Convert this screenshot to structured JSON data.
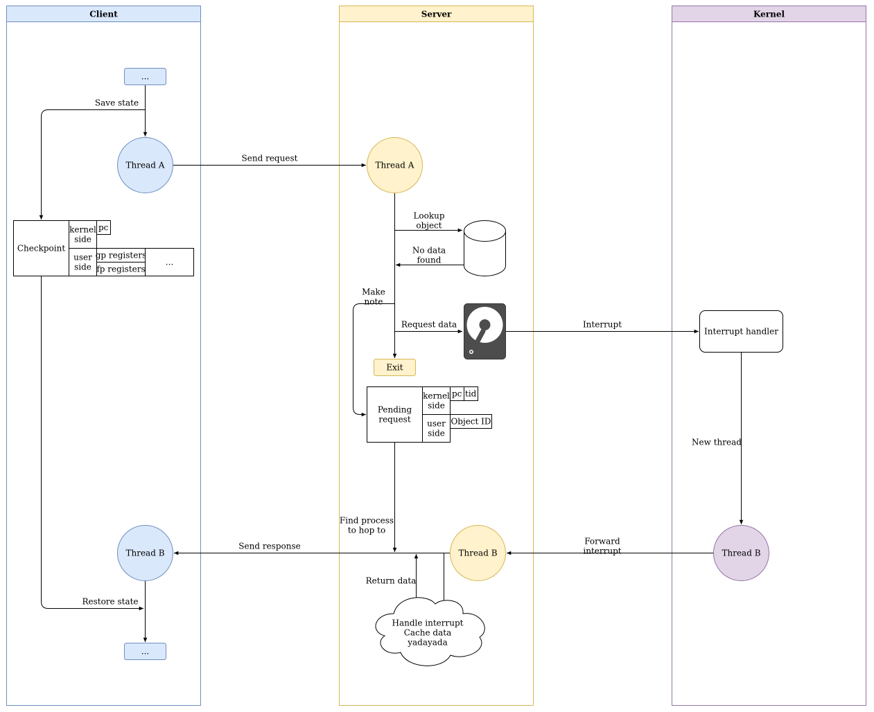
{
  "lanes": {
    "client": {
      "title": "Client",
      "color": "#dae8fc",
      "border": "#6c8ebf"
    },
    "server": {
      "title": "Server",
      "color": "#fff2cc",
      "border": "#d6b656"
    },
    "kernel": {
      "title": "Kernel",
      "color": "#e1d5e7",
      "border": "#9673a6"
    }
  },
  "client": {
    "top_box": "...",
    "bottom_box": "...",
    "thread_a": "Thread A",
    "thread_b": "Thread B",
    "checkpoint": {
      "title": "Checkpoint",
      "kernel_side": [
        "kernel",
        "side"
      ],
      "user_side": [
        "user",
        "side"
      ],
      "pc": "pc",
      "gp_registers": "gp registers",
      "fp_registers": "fp registers",
      "more": "..."
    }
  },
  "server": {
    "thread_a": "Thread A",
    "thread_b": "Thread B",
    "exit": "Exit",
    "pending": {
      "title": [
        "Pending",
        "request"
      ],
      "kernel_side": [
        "kernel",
        "side"
      ],
      "user_side": [
        "user",
        "side"
      ],
      "pc": "pc",
      "tid": "tid",
      "object_id": "Object ID"
    },
    "cloud": [
      "Handle interrupt",
      "Cache data",
      "yadayada"
    ]
  },
  "kernel": {
    "interrupt_handler": "Interrupt handler",
    "thread_b": "Thread B"
  },
  "edges": {
    "save_state": "Save state",
    "send_request": "Send request",
    "lookup_object": [
      "Lookup",
      "object"
    ],
    "no_data_found": [
      "No data",
      "found"
    ],
    "make_note": [
      "Make",
      "note"
    ],
    "request_data": "Request data",
    "interrupt": "Interrupt",
    "new_thread": "New thread",
    "forward_interrupt": [
      "Forward",
      "interrupt"
    ],
    "find_process": [
      "Find process",
      "to hop to"
    ],
    "send_response": "Send response",
    "return_data": "Return data",
    "restore_state": "Restore state"
  }
}
